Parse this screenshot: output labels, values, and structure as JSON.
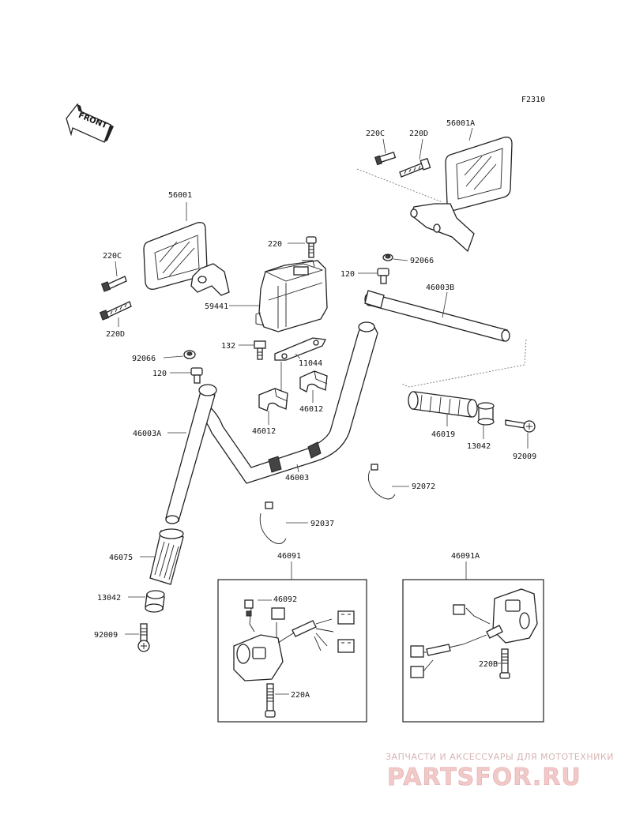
{
  "diagram_code": "F2310",
  "front_label": "FRONT",
  "labels": {
    "p220C_top": "220C",
    "p220D_top": "220D",
    "p56001A": "56001A",
    "p56001": "56001",
    "p220": "220",
    "p220C_left": "220C",
    "p220D_left": "220D",
    "p92066_right": "92066",
    "p120_right": "120",
    "p46003B": "46003B",
    "p59441": "59441",
    "p132": "132",
    "p11044": "11044",
    "p92066_left": "92066",
    "p120_left": "120",
    "p46012_right": "46012",
    "p46012_left": "46012",
    "p46003A": "46003A",
    "p46019": "46019",
    "p13042_right": "13042",
    "p92009_right": "92009",
    "p46003": "46003",
    "p92072": "92072",
    "p92037": "92037",
    "p46075": "46075",
    "p46091": "46091",
    "p46091A": "46091A",
    "p46092": "46092",
    "p13042_left": "13042",
    "p92009_left": "92009",
    "p220A": "220A",
    "p220B": "220B"
  },
  "watermark": {
    "tagline": "ЗАПЧАСТИ И АКСЕССУАРЫ ДЛЯ МОТОТЕХНИКИ",
    "brand": "PARTSFOR.RU"
  }
}
